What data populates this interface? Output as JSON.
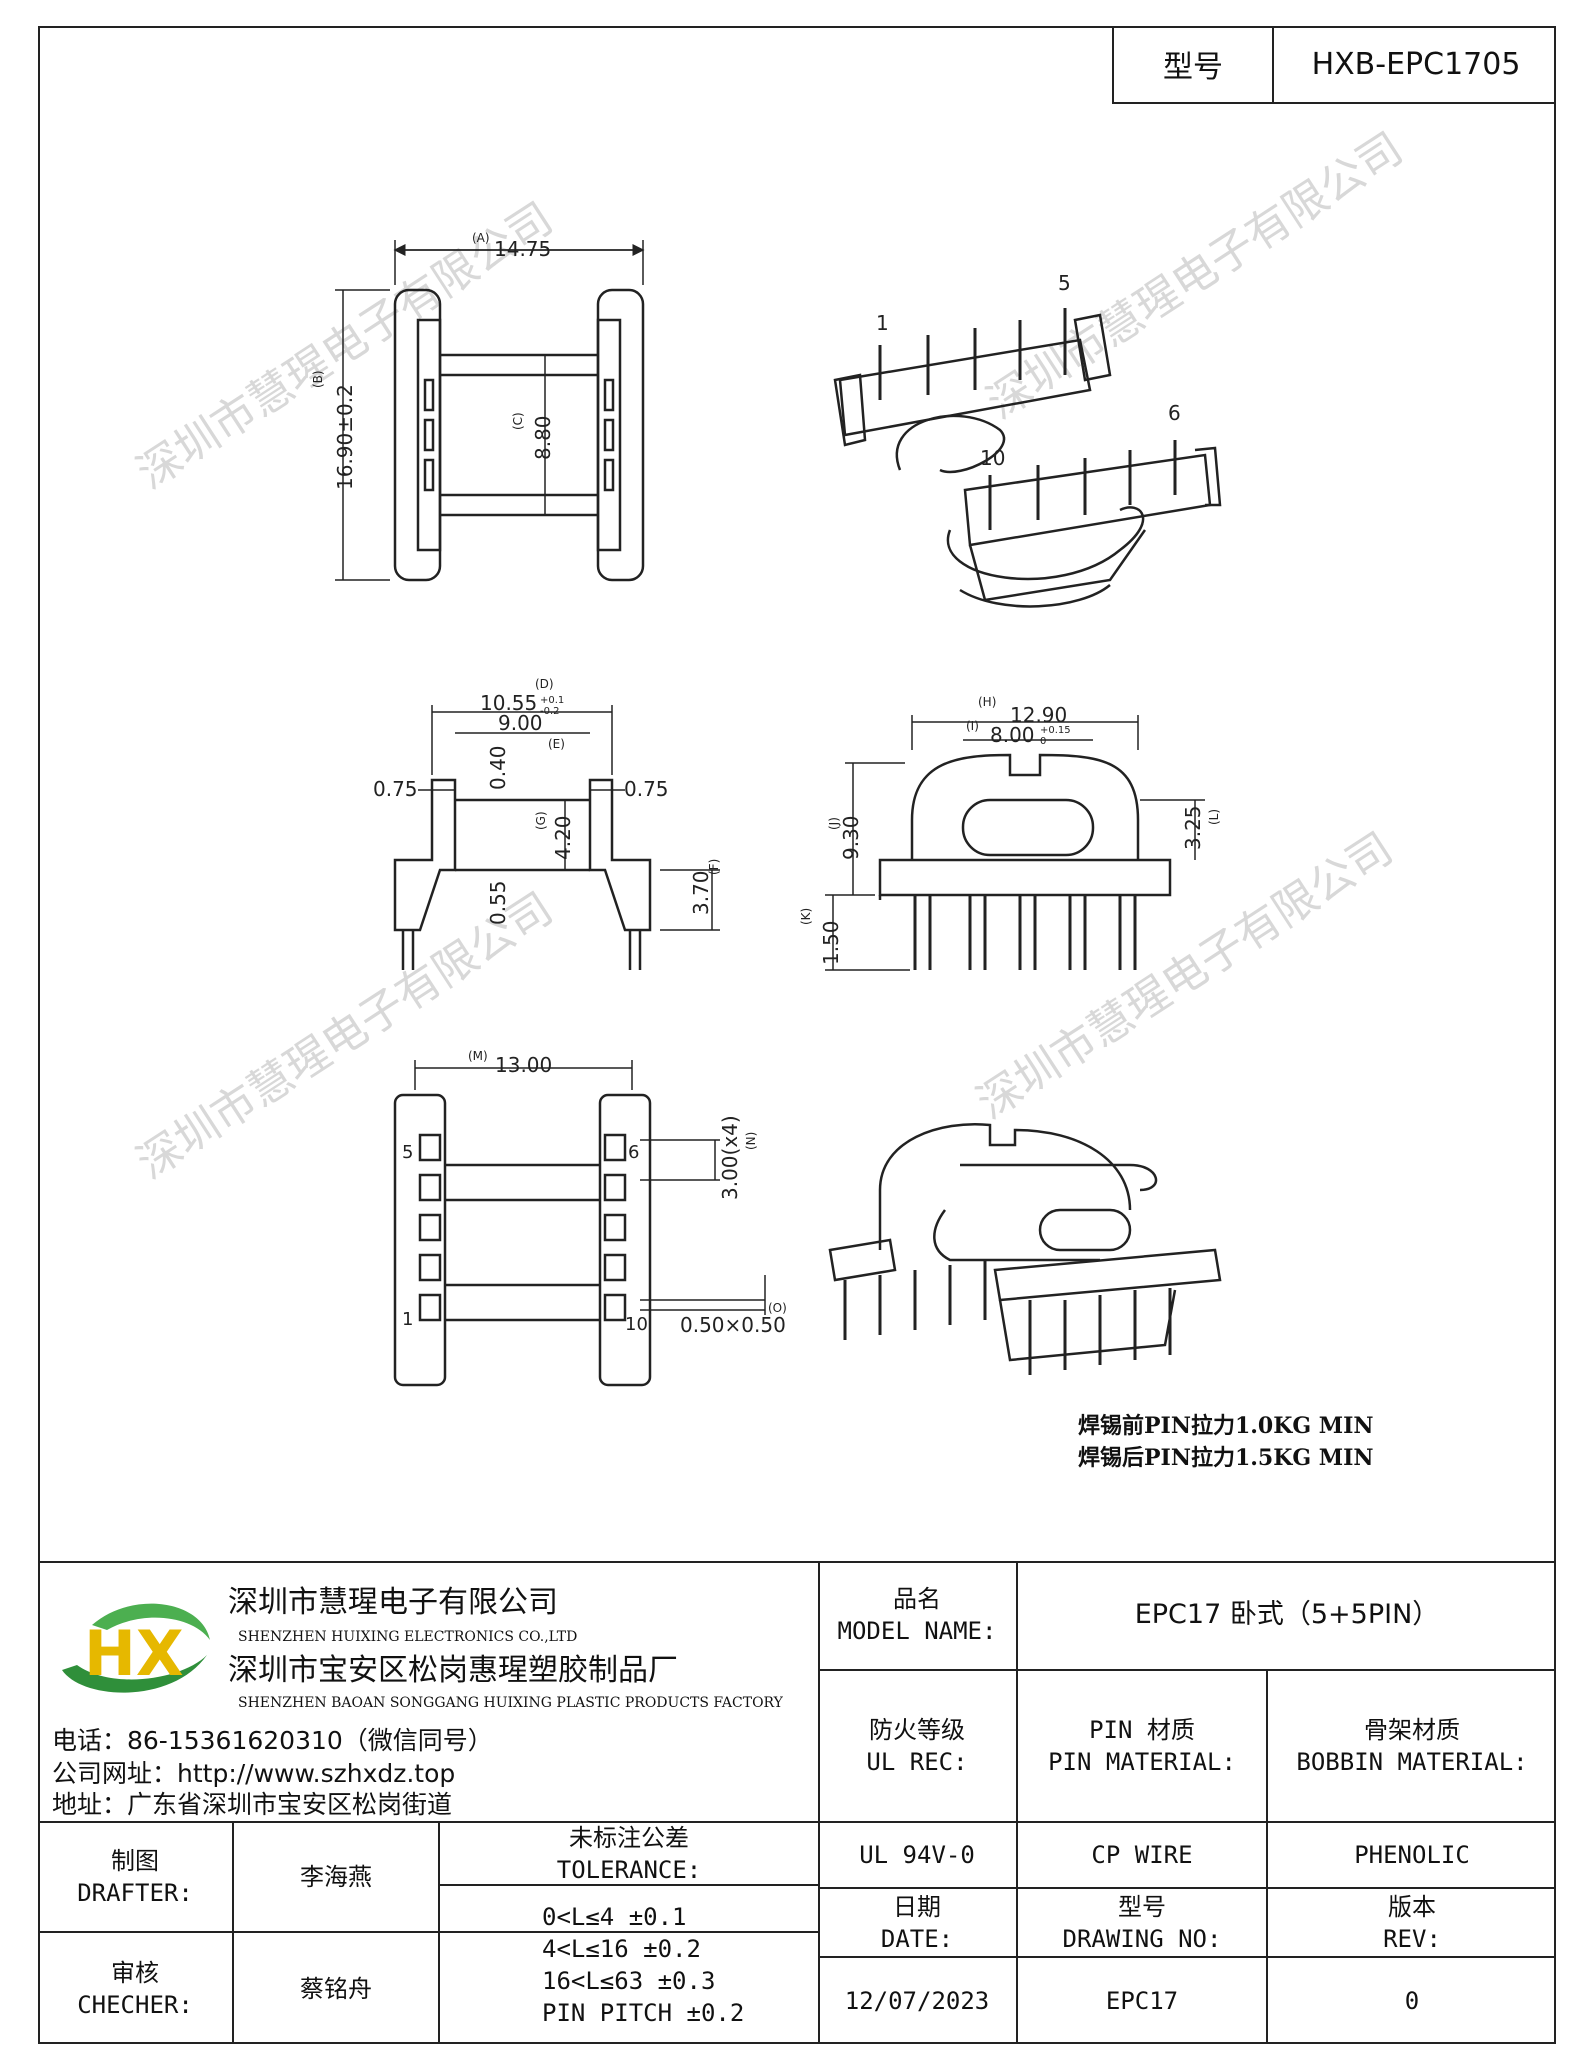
{
  "header": {
    "model_label": "型号",
    "model_value": "HXB-EPC1705"
  },
  "dimensions": {
    "top_view": {
      "width_tag": "(A)",
      "width": "14.75",
      "height_tag": "(B)",
      "height": "16.90±0.2",
      "core_tag": "(C)",
      "core": "8.80"
    },
    "front_view": {
      "d_tag": "(D)",
      "d": "10.55",
      "d_tol_plus": "+0.1",
      "d_tol_minus": "-0.2",
      "e_tag": "(E)",
      "e": "9.00",
      "left_flange": "0.75",
      "right_flange": "0.75",
      "gap": "0.40",
      "g_tag": "(G)",
      "g": "4.20",
      "bottom": "0.55",
      "f_tag": "(F)",
      "f": "3.70"
    },
    "side_view": {
      "h_tag": "(H)",
      "h": "12.90",
      "i_tag": "(I)",
      "i": "8.00",
      "i_tol_plus": "+0.15",
      "i_tol_minus": "0",
      "j_tag": "(J)",
      "j": "9.30",
      "l_tag": "(L)",
      "l": "3.25",
      "k_tag": "(K)",
      "k": "1.50"
    },
    "bottom_view": {
      "m_tag": "(M)",
      "m": "13.00",
      "pitch": "3.00(x4)",
      "pitch_tag": "(N)",
      "pin": "0.50×0.50",
      "pin_tag": "(O)"
    }
  },
  "pin_labels": {
    "iso_top": [
      "1",
      "5",
      "6",
      "10"
    ],
    "bottom": [
      "5",
      "6",
      "1",
      "10"
    ]
  },
  "notes": [
    "焊锡前PIN拉力1.0KG MIN",
    "焊锡后PIN拉力1.5KG MIN"
  ],
  "company": {
    "logo_text": "HX",
    "name_cn": "深圳市慧瑆电子有限公司",
    "name_en": "SHENZHEN HUIXING ELECTRONICS CO.,LTD",
    "factory_cn": "深圳市宝安区松岗惠瑆塑胶制品厂",
    "factory_en": "SHENZHEN BAOAN SONGGANG HUIXING PLASTIC PRODUCTS FACTORY",
    "phone": "电话：86-15361620310（微信同号）",
    "website": "公司网址：http://www.szhxdz.top",
    "address": "地址：广东省深圳市宝安区松岗街道"
  },
  "watermark": "深圳市慧瑆电子有限公司",
  "title_block": {
    "model_name_cn": "品名",
    "model_name_en": "MODEL NAME:",
    "model_name_value": "EPC17 卧式（5+5PIN）",
    "ul_cn": "防火等级",
    "ul_en": "UL REC:",
    "ul_value": "UL 94V-0",
    "pin_cn": "PIN 材质",
    "pin_en": "PIN MATERIAL:",
    "pin_value": "CP WIRE",
    "bobbin_cn": "骨架材质",
    "bobbin_en": "BOBBIN MATERIAL:",
    "bobbin_value": "PHENOLIC",
    "drafter_cn": "制图",
    "drafter_en": "DRAFTER:",
    "drafter_name": "李海燕",
    "checker_cn": "审核",
    "checker_en": "CHECHER:",
    "checker_name": "蔡铭舟",
    "tol_cn": "未标注公差",
    "tol_en": "TOLERANCE:",
    "tol_rows": [
      "0<L≤4  ±0.1",
      "4<L≤16 ±0.2",
      "16<L≤63 ±0.3",
      "PIN PITCH ±0.2"
    ],
    "date_cn": "日期",
    "date_en": "DATE:",
    "date_value": "12/07/2023",
    "drawing_cn": "型号",
    "drawing_en": "DRAWING NO:",
    "drawing_value": "EPC17",
    "rev_cn": "版本",
    "rev_en": "REV:",
    "rev_value": "0"
  }
}
